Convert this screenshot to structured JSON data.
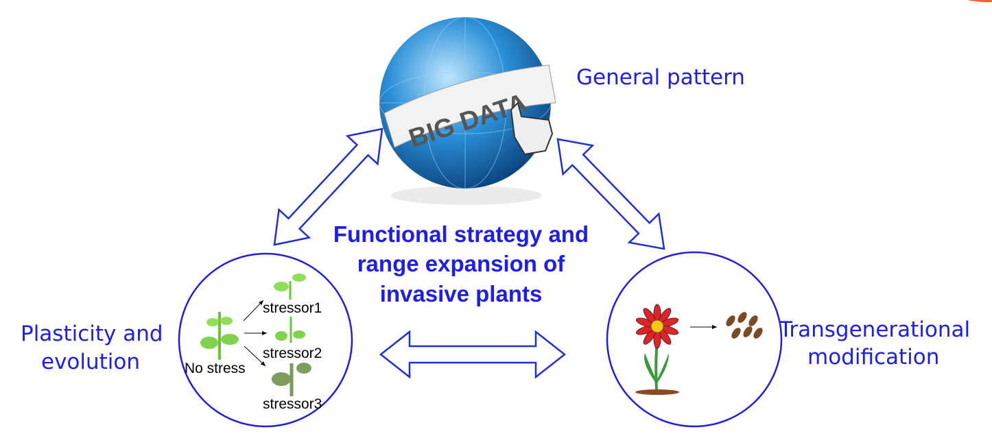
{
  "title": {
    "line1": "Functional strategy and",
    "line2": "range expansion of",
    "line3": "invasive plants"
  },
  "nodes": {
    "top": {
      "label": "General pattern",
      "banner": "BIG DATA"
    },
    "left": {
      "line1": "Plasticity and",
      "line2": "evolution",
      "plants": {
        "base": "No stress",
        "s1": "stressor1",
        "s2": "stressor2",
        "s3": "stressor3"
      }
    },
    "right": {
      "line1": "Transgenerational",
      "line2": "modification"
    }
  },
  "colors": {
    "accent": "#1d1df0",
    "arrow": "#1f2fd8"
  }
}
